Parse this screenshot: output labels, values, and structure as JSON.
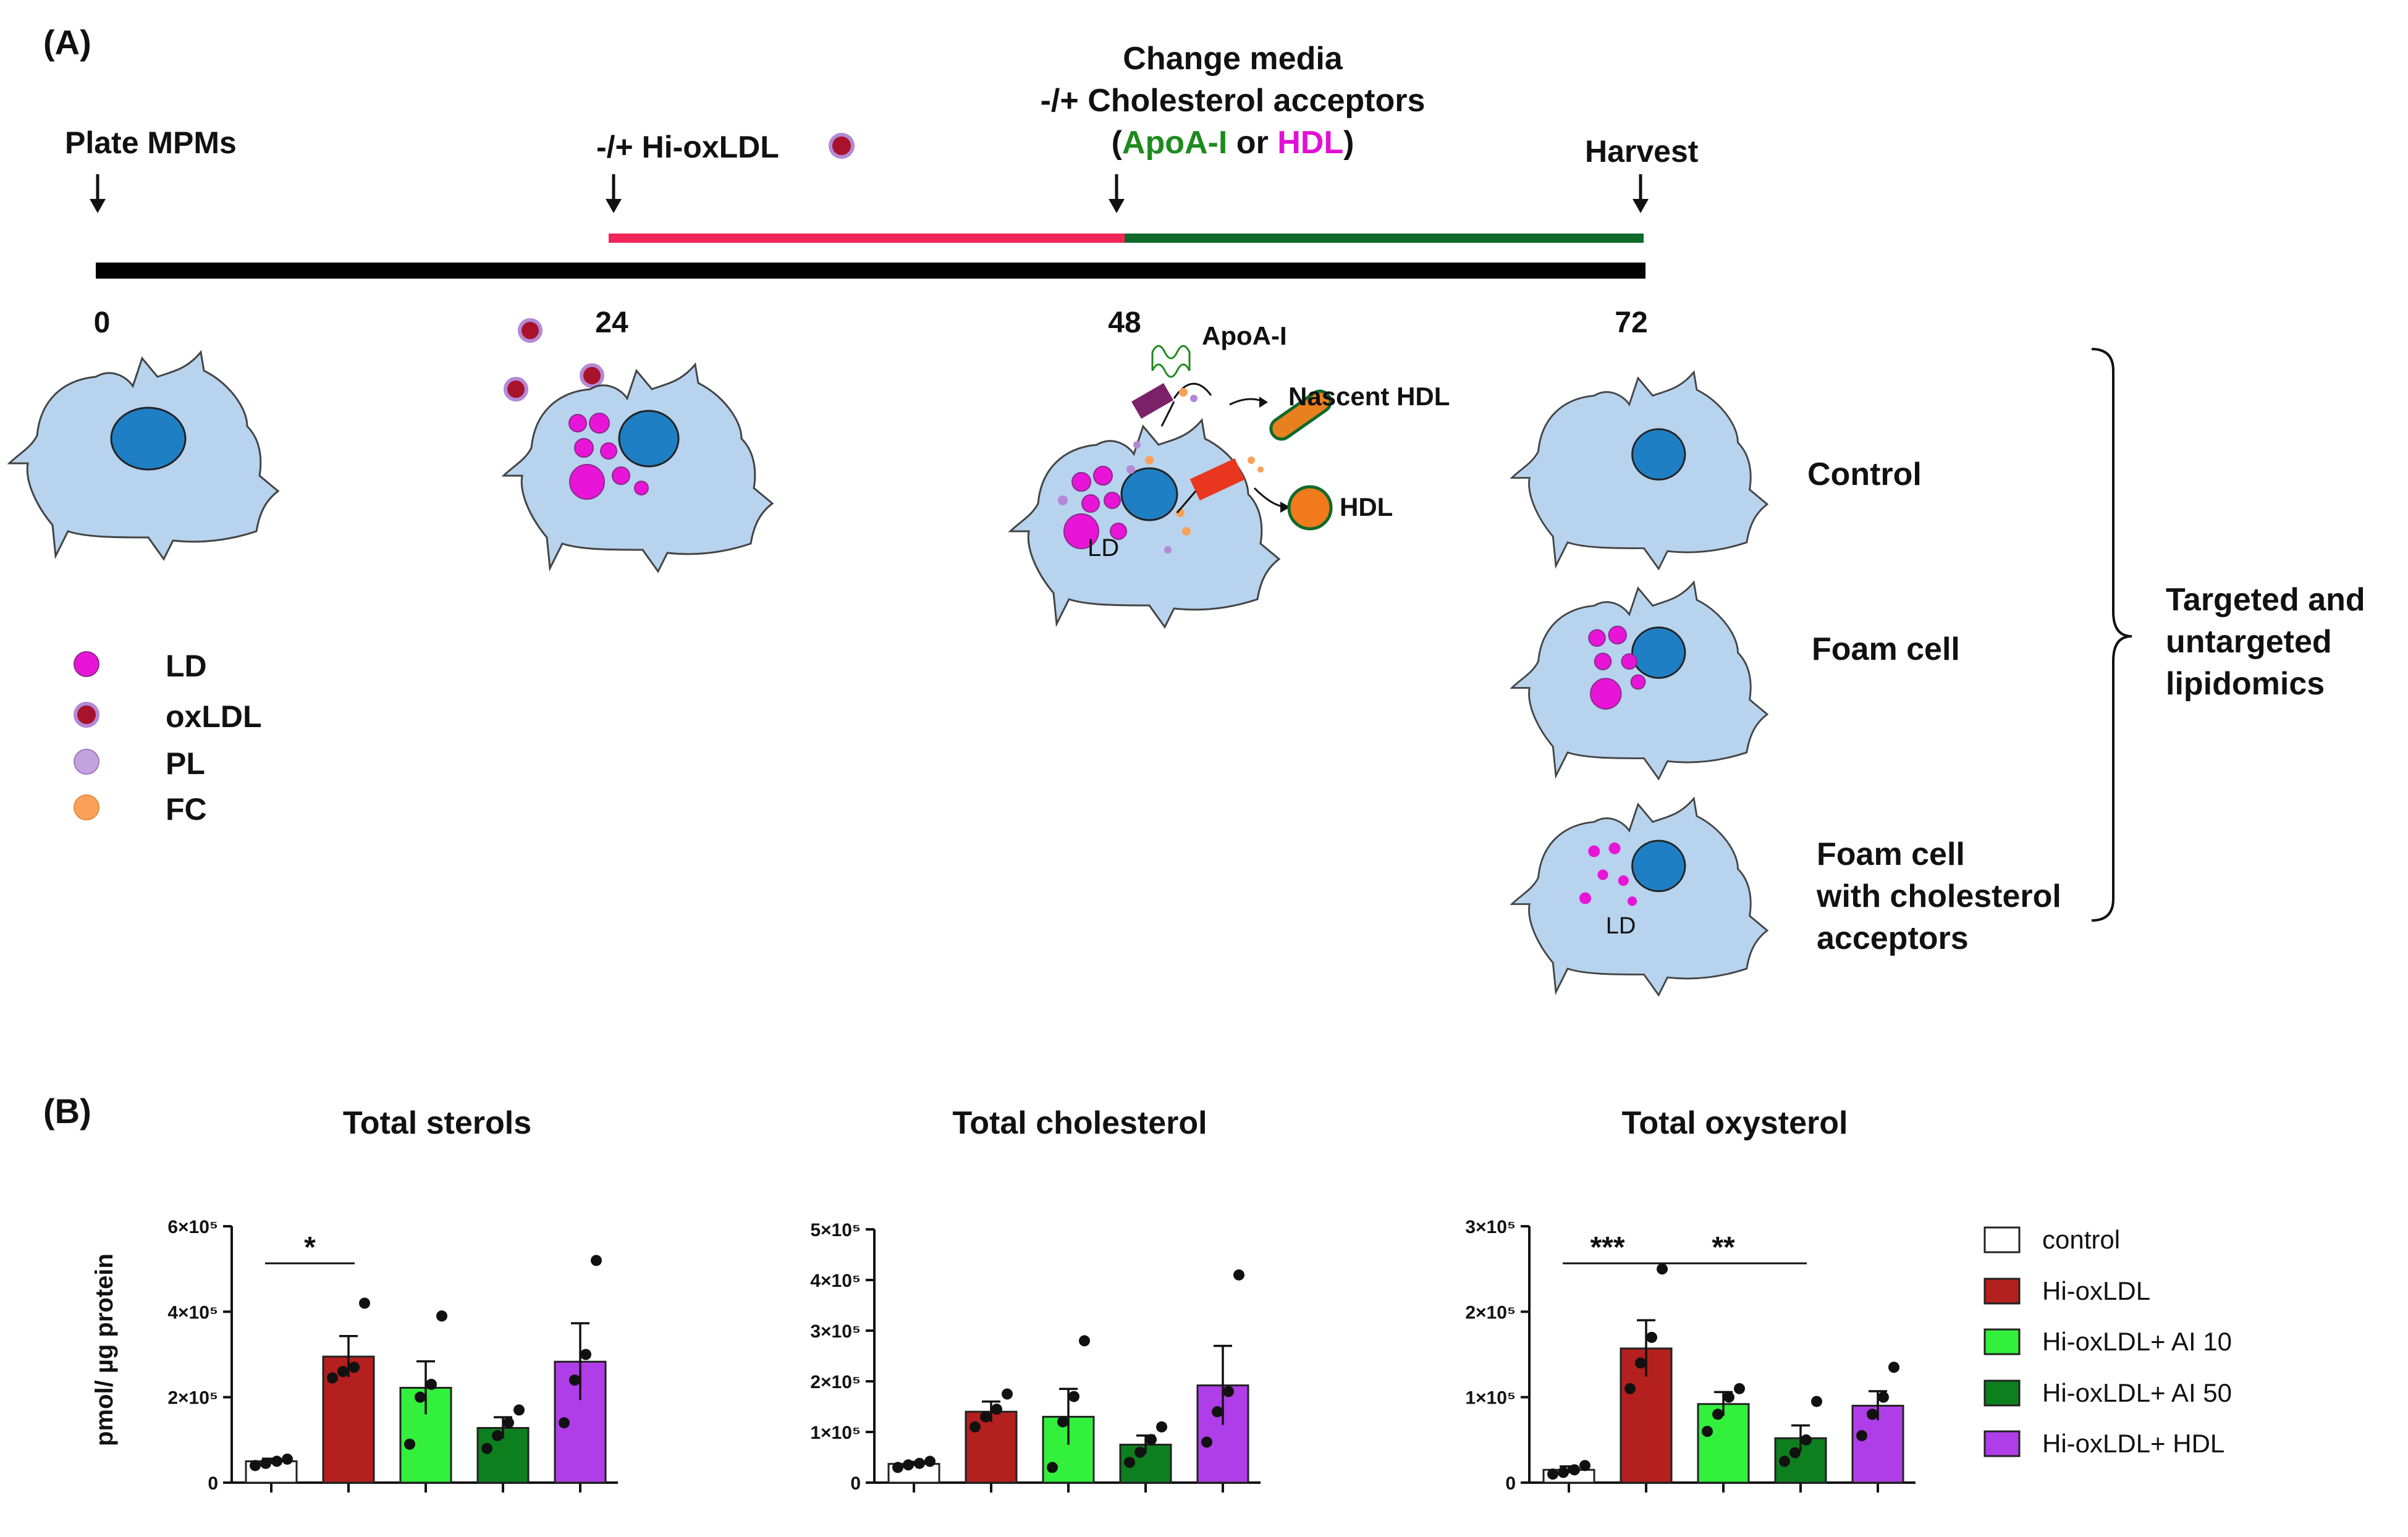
{
  "panel_a": {
    "label": "(A)",
    "events": {
      "plate": "Plate MPMs",
      "hi_oxldl": "-/+ Hi-oxLDL",
      "change_media_1": "Change media",
      "change_media_2": "-/+ Cholesterol acceptors",
      "acceptors_open": "(",
      "acceptors_apoa": "ApoA-I",
      "acceptors_or": " or ",
      "acceptors_hdl": "HDL",
      "acceptors_close": ")",
      "harvest": "Harvest"
    },
    "timepoints": [
      "0",
      "24",
      "48",
      "72"
    ],
    "efflux": {
      "apoa": "ApoA-I",
      "nascent": "Nascent  HDL",
      "hdl": "HDL",
      "ld": "LD"
    },
    "outcomes": {
      "control": "Control",
      "foam": "Foam cell",
      "acceptor_1": "Foam cell",
      "acceptor_2": "with cholesterol",
      "acceptor_3": "acceptors",
      "ld": "LD"
    },
    "bracket": [
      "Targeted and",
      "untargeted",
      "lipidomics"
    ],
    "legend": [
      "LD",
      "oxLDL",
      "PL",
      "FC"
    ],
    "colors": {
      "cell": "#b7d3ee",
      "nucleus": "#1f7fc4",
      "ld": "#e815d8",
      "oxldl": "#a8122a",
      "pl": "#b389d6",
      "fc": "#f9a15a",
      "oxldl_phase": "#f0265a",
      "acceptor_phase": "#0f6a2a",
      "apoa_text": "#1d8a1d",
      "hdl_text": "#e20fd6"
    }
  },
  "panel_b": {
    "label": "(B)",
    "ylabel": "pmol/ µg protein",
    "legend": [
      "control",
      "Hi-oxLDL",
      "Hi-oxLDL+ AI 10",
      "Hi-oxLDL+ AI 50",
      "Hi-oxLDL+ HDL"
    ],
    "colors": [
      "#ffffff",
      "#b3201e",
      "#32f03c",
      "#0e7f1f",
      "#b03ee8"
    ]
  },
  "chart_data": [
    {
      "type": "bar",
      "title": "Total sterols",
      "ylabel": "pmol/ µg protein",
      "categories": [
        "control",
        "Hi-oxLDL",
        "Hi-oxLDL+ AI 10",
        "Hi-oxLDL+ AI 50",
        "Hi-oxLDL+ HDL"
      ],
      "values": [
        50000,
        295000,
        222000,
        128000,
        283000
      ],
      "errors": [
        6000,
        48000,
        62000,
        25000,
        90000
      ],
      "points": [
        [
          40000,
          45000,
          50000,
          55000
        ],
        [
          245000,
          260000,
          270000,
          420000
        ],
        [
          90000,
          200000,
          230000,
          390000
        ],
        [
          80000,
          110000,
          140000,
          170000
        ],
        [
          140000,
          240000,
          300000,
          520000
        ]
      ],
      "ylim": [
        0,
        600000
      ],
      "yticks": [
        0,
        200000,
        400000,
        600000
      ],
      "ytick_labels": [
        "0",
        "2×10⁵",
        "4×10⁵",
        "6×10⁵"
      ],
      "significance": [
        {
          "from": 0,
          "to": 1,
          "label": "*"
        }
      ]
    },
    {
      "type": "bar",
      "title": "Total cholesterol",
      "categories": [
        "control",
        "Hi-oxLDL",
        "Hi-oxLDL+ AI 10",
        "Hi-oxLDL+ AI 50",
        "Hi-oxLDL+ HDL"
      ],
      "values": [
        37000,
        140000,
        130000,
        75000,
        192000
      ],
      "errors": [
        4000,
        20000,
        55000,
        18000,
        78000
      ],
      "points": [
        [
          30000,
          35000,
          38000,
          42000
        ],
        [
          110000,
          130000,
          145000,
          175000
        ],
        [
          30000,
          120000,
          170000,
          280000
        ],
        [
          40000,
          60000,
          85000,
          110000
        ],
        [
          80000,
          140000,
          180000,
          410000
        ]
      ],
      "ylim": [
        0,
        500000
      ],
      "yticks": [
        0,
        100000,
        200000,
        300000,
        400000,
        500000
      ],
      "ytick_labels": [
        "0",
        "1×10⁵",
        "2×10⁵",
        "3×10⁵",
        "4×10⁵",
        "5×10⁵"
      ],
      "significance": []
    },
    {
      "type": "bar",
      "title": "Total oxysterol",
      "categories": [
        "control",
        "Hi-oxLDL",
        "Hi-oxLDL+ AI 10",
        "Hi-oxLDL+ AI 50",
        "Hi-oxLDL+ HDL"
      ],
      "values": [
        15000,
        157000,
        92000,
        52000,
        90000
      ],
      "errors": [
        4000,
        33000,
        14000,
        15000,
        17000
      ],
      "points": [
        [
          10000,
          12000,
          15000,
          20000
        ],
        [
          110000,
          140000,
          170000,
          250000
        ],
        [
          60000,
          80000,
          100000,
          110000
        ],
        [
          25000,
          35000,
          50000,
          95000
        ],
        [
          55000,
          80000,
          100000,
          135000
        ]
      ],
      "ylim": [
        0,
        300000
      ],
      "yticks": [
        0,
        100000,
        200000,
        300000
      ],
      "ytick_labels": [
        "0",
        "1×10⁵",
        "2×10⁵",
        "3×10⁵"
      ],
      "significance": [
        {
          "from": 0,
          "to": 1,
          "label": "***"
        },
        {
          "from": 1,
          "to": 3,
          "label": "**"
        }
      ]
    }
  ]
}
